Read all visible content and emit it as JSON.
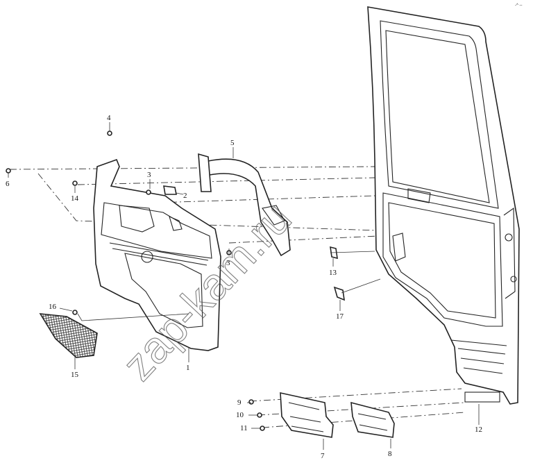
{
  "diagram": {
    "watermark": "zap-kam.ru",
    "corner_mark": "-^ --",
    "callouts": [
      {
        "id": "1",
        "label": "1"
      },
      {
        "id": "2",
        "label": "2"
      },
      {
        "id": "3a",
        "label": "3"
      },
      {
        "id": "3b",
        "label": "3"
      },
      {
        "id": "4",
        "label": "4"
      },
      {
        "id": "5",
        "label": "5"
      },
      {
        "id": "6",
        "label": "6"
      },
      {
        "id": "7",
        "label": "7"
      },
      {
        "id": "8",
        "label": "8"
      },
      {
        "id": "9",
        "label": "9"
      },
      {
        "id": "10",
        "label": "10"
      },
      {
        "id": "11",
        "label": "11"
      },
      {
        "id": "12",
        "label": "12"
      },
      {
        "id": "13",
        "label": "13"
      },
      {
        "id": "14",
        "label": "14"
      },
      {
        "id": "15",
        "label": "15"
      },
      {
        "id": "16",
        "label": "16"
      },
      {
        "id": "17",
        "label": "17"
      }
    ]
  }
}
